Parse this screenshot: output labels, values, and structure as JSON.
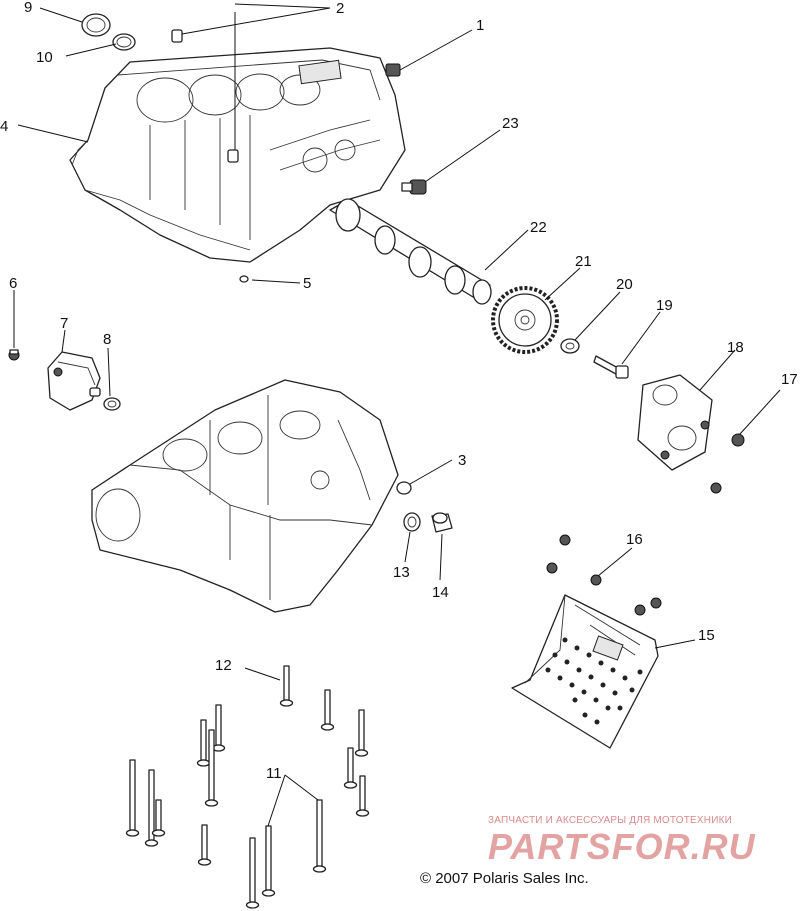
{
  "callouts": {
    "c1": "1",
    "c2": "2",
    "c3": "3",
    "c4": "4",
    "c5": "5",
    "c6": "6",
    "c7": "7",
    "c8": "8",
    "c9": "9",
    "c10": "10",
    "c11": "11",
    "c12": "12",
    "c13": "13",
    "c14": "14",
    "c15": "15",
    "c16": "16",
    "c17": "17",
    "c18": "18",
    "c19": "19",
    "c20": "20",
    "c21": "21",
    "c22": "22",
    "c23": "23"
  },
  "copyright": "© 2007 Polaris Sales Inc.",
  "watermark": {
    "tagline": "ЗАПЧАСТИ И АКСЕССУАРЫ ДЛЯ МОТОТЕХНИКИ",
    "logo": "PARTSFOR.RU"
  }
}
